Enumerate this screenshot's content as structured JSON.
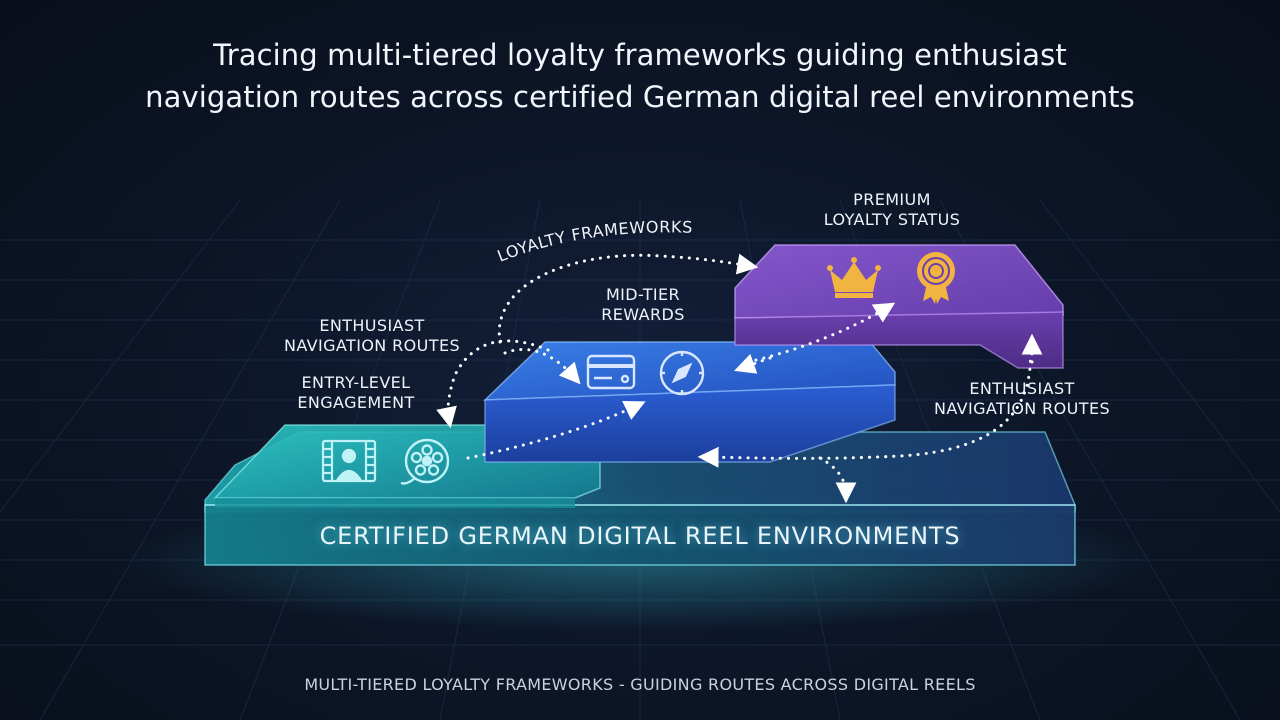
{
  "title": {
    "line1": "Tracing multi-tiered loyalty frameworks guiding enthusiast",
    "line2": "navigation routes across certified German digital reel environments"
  },
  "tiers": {
    "base": {
      "label": "CERTIFIED GERMAN DIGITAL REEL ENVIRONMENTS",
      "color": "#2bbfc7"
    },
    "entry": {
      "label_line1": "ENTRY-LEVEL",
      "label_line2": "ENGAGEMENT",
      "color": "#1fa6b5",
      "icons": [
        "film-user-icon",
        "film-reel-icon"
      ]
    },
    "mid": {
      "label_line1": "MID-TIER",
      "label_line2": "REWARDS",
      "color": "#2f6fe0",
      "icons": [
        "card-icon",
        "compass-icon"
      ]
    },
    "premium": {
      "label_line1": "PREMIUM",
      "label_line2": "LOYALTY STATUS",
      "color": "#7a4bc4",
      "icons": [
        "crown-icon",
        "award-medal-icon"
      ]
    }
  },
  "routes": {
    "loyalty_frameworks": "LOYALTY FRAMEWORKS",
    "enthusiast_left_line1": "ENTHUSIAST",
    "enthusiast_left_line2": "NAVIGATION ROUTES",
    "enthusiast_right_line1": "ENTHUSIAST",
    "enthusiast_right_line2": "NAVIGATION ROUTES"
  },
  "caption": "MULTI-TIERED LOYALTY FRAMEWORKS - GUIDING ROUTES ACROSS DIGITAL REELS",
  "icon_accent": "#f2b440"
}
